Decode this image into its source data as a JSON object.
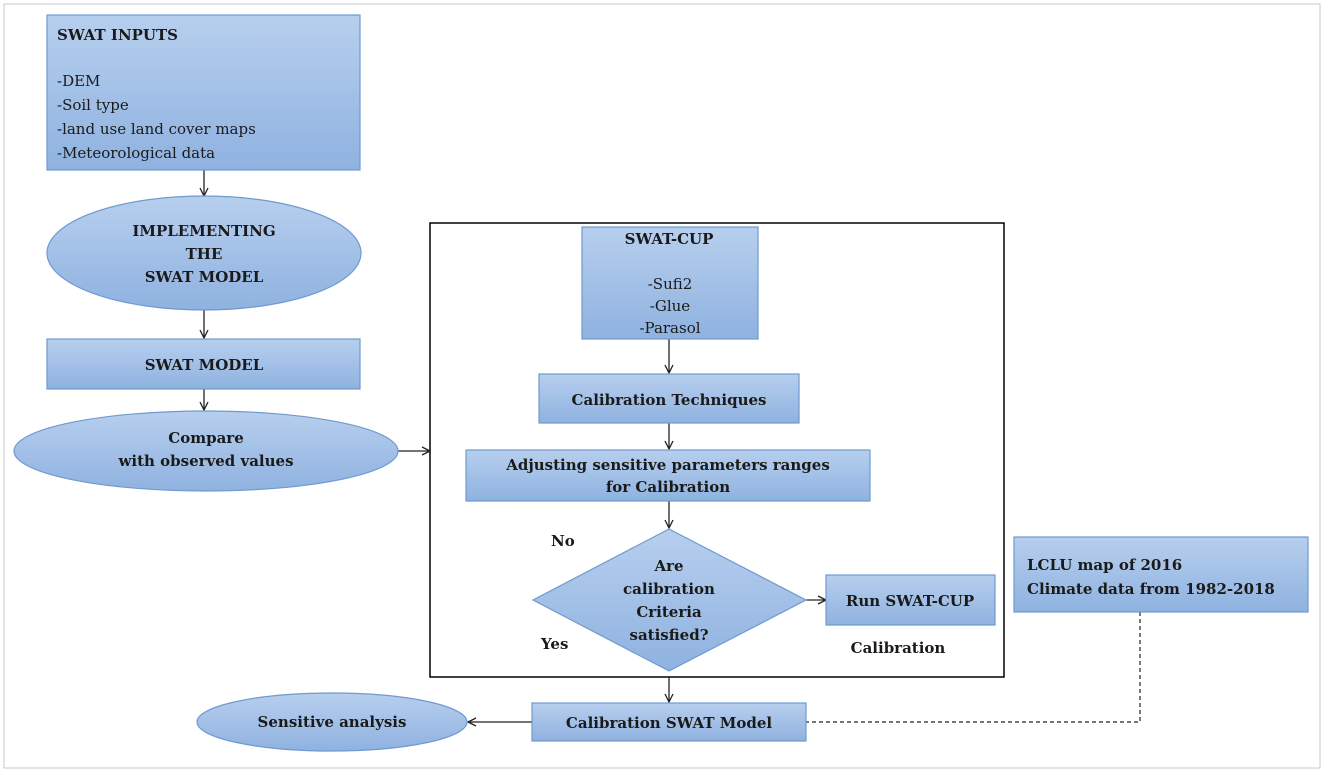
{
  "colors": {
    "fill_top": "#b7cfee",
    "fill_bottom": "#8fb2e0",
    "stroke": "#6f99cf",
    "text": "#1a1a1a",
    "line": "#222222"
  },
  "nodes": {
    "swat_inputs": {
      "title": "SWAT INPUTS",
      "items": [
        "-DEM",
        "-Soil type",
        "-land use  land cover maps",
        "-Meteorological data"
      ]
    },
    "implementing": {
      "lines": [
        "IMPLEMENTING",
        "THE",
        "SWAT MODEL"
      ]
    },
    "swat_model": {
      "label": "SWAT MODEL"
    },
    "compare": {
      "lines": [
        "Compare",
        "with observed values"
      ]
    },
    "swat_cup": {
      "title": "SWAT-CUP",
      "items": [
        "-Sufi2",
        "-Glue",
        "-Parasol"
      ]
    },
    "calibration_techniques": {
      "label": "Calibration Techniques"
    },
    "adjusting": {
      "lines": [
        "Adjusting sensitive parameters ranges",
        "for Calibration"
      ]
    },
    "decision": {
      "lines": [
        "Are",
        "calibration",
        "Criteria",
        "satisfied?"
      ]
    },
    "run_swat_cup": {
      "label": "Run SWAT-CUP"
    },
    "lclu": {
      "lines": [
        "LCLU map of  2016",
        "Climate data from 1982-2018"
      ]
    },
    "calibration_swat_model": {
      "label": "Calibration SWAT Model"
    },
    "sensitive_analysis": {
      "label": "Sensitive analysis"
    }
  },
  "labels": {
    "no": "No",
    "yes": "Yes",
    "calibration": "Calibration"
  }
}
